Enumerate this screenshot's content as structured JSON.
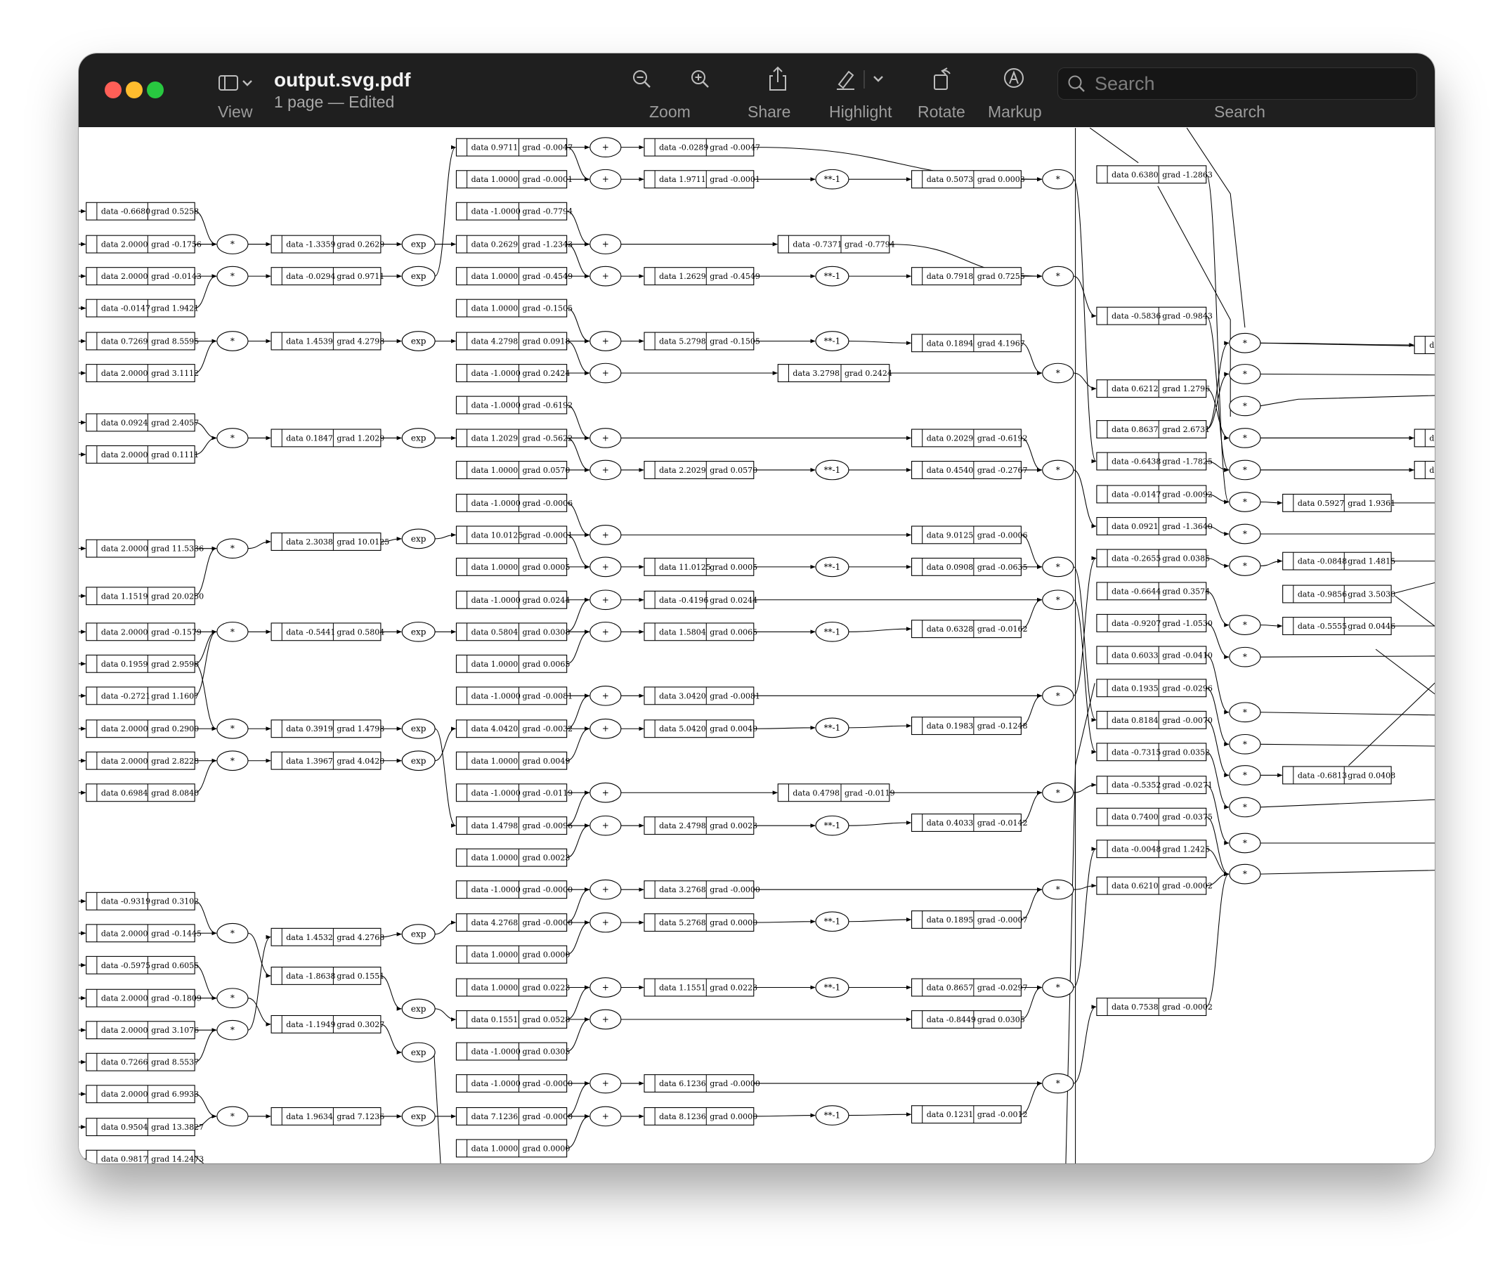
{
  "window": {
    "title": "output.svg.pdf",
    "subtitle": "1 page — Edited",
    "controls": {
      "close_color": "#ff5f57",
      "minimize_color": "#febc2e",
      "zoom_color": "#28c840"
    }
  },
  "toolbar": {
    "view_label": "View",
    "zoom_label": "Zoom",
    "share_label": "Share",
    "highlight_label": "Highlight",
    "rotate_label": "Rotate",
    "markup_label": "Markup",
    "search_label": "Search",
    "search_placeholder": "Search",
    "icons": [
      "sidebar-icon",
      "chevron-down-icon",
      "zoom-out-icon",
      "zoom-in-icon",
      "share-icon",
      "highlighter-icon",
      "chevron-down-icon",
      "rotate-icon",
      "markup-icon",
      "search-icon"
    ]
  },
  "graph": {
    "nodes": [
      {
        "id": "n1",
        "data": "data -0.6680",
        "grad": "grad 0.5258"
      },
      {
        "id": "n2",
        "data": "data 2.0000",
        "grad": "grad -0.1756"
      },
      {
        "id": "n3",
        "data": "data 2.0000",
        "grad": "grad -0.0143"
      },
      {
        "id": "n4",
        "data": "data -0.0147",
        "grad": "grad 1.9421"
      },
      {
        "id": "n5",
        "data": "data 0.7269",
        "grad": "grad 8.5595"
      },
      {
        "id": "n6",
        "data": "data 2.0000",
        "grad": "grad 3.1112"
      },
      {
        "id": "n7",
        "data": "data 0.0924",
        "grad": "grad 2.4057"
      },
      {
        "id": "n8",
        "data": "data 2.0000",
        "grad": "grad 0.1111"
      },
      {
        "id": "n9",
        "data": "data 2.0000",
        "grad": "grad 11.5336"
      },
      {
        "id": "n10",
        "data": "data 1.1519",
        "grad": "grad 20.0250"
      },
      {
        "id": "n11",
        "data": "data 2.0000",
        "grad": "grad -0.1579"
      },
      {
        "id": "n12",
        "data": "data 0.1959",
        "grad": "grad 2.9596"
      },
      {
        "id": "n13",
        "data": "data -0.2721",
        "grad": "grad 1.1607"
      },
      {
        "id": "n14",
        "data": "data 2.0000",
        "grad": "grad 0.2900"
      },
      {
        "id": "n15",
        "data": "data 2.0000",
        "grad": "grad 2.8228"
      },
      {
        "id": "n16",
        "data": "data 0.6984",
        "grad": "grad 8.0840"
      },
      {
        "id": "n17",
        "data": "data -0.9319",
        "grad": "grad 0.3102"
      },
      {
        "id": "n18",
        "data": "data 2.0000",
        "grad": "grad -0.1445"
      },
      {
        "id": "n19",
        "data": "data -0.5975",
        "grad": "grad 0.6055"
      },
      {
        "id": "n20",
        "data": "data 2.0000",
        "grad": "grad -0.1809"
      },
      {
        "id": "n21",
        "data": "data 2.0000",
        "grad": "grad 3.1076"
      },
      {
        "id": "n22",
        "data": "data 0.7266",
        "grad": "grad 8.5537"
      },
      {
        "id": "n23",
        "data": "data 2.0000",
        "grad": "grad 6.9933"
      },
      {
        "id": "n24",
        "data": "data 0.9504",
        "grad": "grad 13.3827"
      },
      {
        "id": "n25",
        "data": "data 0.9817",
        "grad": "grad 14.2473"
      },
      {
        "id": "m1",
        "data": "data -1.3359",
        "grad": "grad 0.2629"
      },
      {
        "id": "m2",
        "data": "data -0.0294",
        "grad": "grad 0.9711"
      },
      {
        "id": "m3",
        "data": "data 1.4539",
        "grad": "grad 4.2798"
      },
      {
        "id": "m4",
        "data": "data 0.1847",
        "grad": "grad 1.2029"
      },
      {
        "id": "m5",
        "data": "data 2.3038",
        "grad": "grad 10.0125"
      },
      {
        "id": "m6",
        "data": "data -0.5441",
        "grad": "grad 0.5804"
      },
      {
        "id": "m7",
        "data": "data 0.3919",
        "grad": "grad 1.4798"
      },
      {
        "id": "m8",
        "data": "data 1.3967",
        "grad": "grad 4.0420"
      },
      {
        "id": "m9",
        "data": "data 1.4532",
        "grad": "grad 4.2768"
      },
      {
        "id": "m10",
        "data": "data -1.8638",
        "grad": "grad 0.1551"
      },
      {
        "id": "m11",
        "data": "data -1.1949",
        "grad": "grad 0.3027"
      },
      {
        "id": "m12",
        "data": "data 1.9634",
        "grad": "grad 7.1236"
      },
      {
        "id": "e1",
        "data": "data 0.9711",
        "grad": "grad -0.0047"
      },
      {
        "id": "e2",
        "data": "data 1.0000",
        "grad": "grad -0.0001"
      },
      {
        "id": "e3",
        "data": "data -1.0000",
        "grad": "grad -0.7794"
      },
      {
        "id": "e4",
        "data": "data 0.2629",
        "grad": "grad -1.2343"
      },
      {
        "id": "e5",
        "data": "data 1.0000",
        "grad": "grad -0.4549"
      },
      {
        "id": "e6",
        "data": "data 1.0000",
        "grad": "grad -0.1505"
      },
      {
        "id": "e7",
        "data": "data 4.2798",
        "grad": "grad 0.0918"
      },
      {
        "id": "e8",
        "data": "data -1.0000",
        "grad": "grad 0.2424"
      },
      {
        "id": "e9",
        "data": "data -1.0000",
        "grad": "grad -0.6192"
      },
      {
        "id": "e10",
        "data": "data 1.2029",
        "grad": "grad -0.5622"
      },
      {
        "id": "e11",
        "data": "data 1.0000",
        "grad": "grad 0.0570"
      },
      {
        "id": "e12",
        "data": "data -1.0000",
        "grad": "grad -0.0006"
      },
      {
        "id": "e13",
        "data": "data 10.0125",
        "grad": "grad -0.0001"
      },
      {
        "id": "e14",
        "data": "data 1.0000",
        "grad": "grad 0.0005"
      },
      {
        "id": "e15",
        "data": "data -1.0000",
        "grad": "grad 0.0244"
      },
      {
        "id": "e16",
        "data": "data 0.5804",
        "grad": "grad 0.0308"
      },
      {
        "id": "e17",
        "data": "data 1.0000",
        "grad": "grad 0.0065"
      },
      {
        "id": "e18",
        "data": "data -1.0000",
        "grad": "grad -0.0081"
      },
      {
        "id": "e19",
        "data": "data 4.0420",
        "grad": "grad -0.0032"
      },
      {
        "id": "e20",
        "data": "data 1.0000",
        "grad": "grad 0.0049"
      },
      {
        "id": "e21",
        "data": "data -1.0000",
        "grad": "grad -0.0119"
      },
      {
        "id": "e22",
        "data": "data 1.4798",
        "grad": "grad -0.0096"
      },
      {
        "id": "e23",
        "data": "data 1.0000",
        "grad": "grad 0.0023"
      },
      {
        "id": "e24",
        "data": "data -1.0000",
        "grad": "grad -0.0000"
      },
      {
        "id": "e25",
        "data": "data 4.2768",
        "grad": "grad -0.0000"
      },
      {
        "id": "e26",
        "data": "data 1.0000",
        "grad": "grad 0.0000"
      },
      {
        "id": "e27",
        "data": "data 1.0000",
        "grad": "grad 0.0223"
      },
      {
        "id": "e28",
        "data": "data 0.1551",
        "grad": "grad 0.0528"
      },
      {
        "id": "e29",
        "data": "data -1.0000",
        "grad": "grad 0.0305"
      },
      {
        "id": "e30",
        "data": "data -1.0000",
        "grad": "grad -0.0000"
      },
      {
        "id": "e31",
        "data": "data 7.1236",
        "grad": "grad -0.0000"
      },
      {
        "id": "e32",
        "data": "data 1.0000",
        "grad": "grad 0.0000"
      },
      {
        "id": "s1",
        "data": "data -0.0289",
        "grad": "grad -0.0047"
      },
      {
        "id": "s2",
        "data": "data 1.9711",
        "grad": "grad -0.0001"
      },
      {
        "id": "s3",
        "data": "data 1.2629",
        "grad": "grad -0.4549"
      },
      {
        "id": "s4",
        "data": "data 5.2798",
        "grad": "grad -0.1505"
      },
      {
        "id": "s5",
        "data": "data 2.2029",
        "grad": "grad 0.0570"
      },
      {
        "id": "s6",
        "data": "data 11.0125",
        "grad": "grad 0.0005"
      },
      {
        "id": "s7",
        "data": "data -0.4196",
        "grad": "grad 0.0244"
      },
      {
        "id": "s8",
        "data": "data 1.5804",
        "grad": "grad 0.0065"
      },
      {
        "id": "s9",
        "data": "data 3.0420",
        "grad": "grad -0.0081"
      },
      {
        "id": "s10",
        "data": "data 5.0420",
        "grad": "grad 0.0049"
      },
      {
        "id": "s11",
        "data": "data 2.4798",
        "grad": "grad 0.0023"
      },
      {
        "id": "s12",
        "data": "data 3.2768",
        "grad": "grad -0.0000"
      },
      {
        "id": "s13",
        "data": "data 5.2768",
        "grad": "grad 0.0000"
      },
      {
        "id": "s14",
        "data": "data 1.1551",
        "grad": "grad 0.0223"
      },
      {
        "id": "s15",
        "data": "data 6.1236",
        "grad": "grad -0.0000"
      },
      {
        "id": "s16",
        "data": "data 8.1236",
        "grad": "grad 0.0000"
      },
      {
        "id": "w1",
        "data": "data -0.7371",
        "grad": "grad -0.7794"
      },
      {
        "id": "w2",
        "data": "data 3.2798",
        "grad": "grad 0.2424"
      },
      {
        "id": "w3",
        "data": "data 0.4798",
        "grad": "grad -0.0119"
      },
      {
        "id": "r1",
        "data": "data 0.5073",
        "grad": "grad 0.0003"
      },
      {
        "id": "r2",
        "data": "data 0.7918",
        "grad": "grad 0.7255"
      },
      {
        "id": "r3",
        "data": "data 0.1894",
        "grad": "grad 4.1967"
      },
      {
        "id": "r4",
        "data": "data 0.2029",
        "grad": "grad -0.6192"
      },
      {
        "id": "r5",
        "data": "data 0.4540",
        "grad": "grad -0.2767"
      },
      {
        "id": "r6",
        "data": "data 9.0125",
        "grad": "grad -0.0006"
      },
      {
        "id": "r7",
        "data": "data 0.0908",
        "grad": "grad -0.0635"
      },
      {
        "id": "r8",
        "data": "data 0.6328",
        "grad": "grad -0.0162"
      },
      {
        "id": "r9",
        "data": "data 0.1983",
        "grad": "grad -0.1248"
      },
      {
        "id": "r10",
        "data": "data 0.4033",
        "grad": "grad -0.0142"
      },
      {
        "id": "r11",
        "data": "data 0.1895",
        "grad": "grad -0.0007"
      },
      {
        "id": "r12",
        "data": "data 0.8657",
        "grad": "grad -0.0297"
      },
      {
        "id": "r13",
        "data": "data -0.8449",
        "grad": "grad 0.0305"
      },
      {
        "id": "r14",
        "data": "data 0.1231",
        "grad": "grad -0.0012"
      },
      {
        "id": "c1",
        "data": "data 0.6380",
        "grad": "grad -1.2863"
      },
      {
        "id": "c2",
        "data": "data -0.5836",
        "grad": "grad -0.9843"
      },
      {
        "id": "c3",
        "data": "data 0.6212",
        "grad": "grad 1.2796"
      },
      {
        "id": "c4",
        "data": "data 0.8637",
        "grad": "grad 2.6731"
      },
      {
        "id": "c5",
        "data": "data -0.6438",
        "grad": "grad -1.7825"
      },
      {
        "id": "c6",
        "data": "data -0.0147",
        "grad": "grad -0.0092"
      },
      {
        "id": "c7",
        "data": "data 0.0921",
        "grad": "grad -1.3640"
      },
      {
        "id": "c8",
        "data": "data -0.2655",
        "grad": "grad 0.0385"
      },
      {
        "id": "c9",
        "data": "data -0.6644",
        "grad": "grad 0.3574"
      },
      {
        "id": "c10",
        "data": "data -0.9207",
        "grad": "grad -1.0530"
      },
      {
        "id": "c11",
        "data": "data 0.6033",
        "grad": "grad -0.0410"
      },
      {
        "id": "c12",
        "data": "data 0.1935",
        "grad": "grad -0.0296"
      },
      {
        "id": "c13",
        "data": "data 0.8184",
        "grad": "grad -0.0070"
      },
      {
        "id": "c14",
        "data": "data -0.7315",
        "grad": "grad 0.0352"
      },
      {
        "id": "c15",
        "data": "data -0.5352",
        "grad": "grad -0.0271"
      },
      {
        "id": "c16",
        "data": "data 0.7400",
        "grad": "grad -0.0375"
      },
      {
        "id": "c17",
        "data": "data -0.0048",
        "grad": "grad 1.2425"
      },
      {
        "id": "c18",
        "data": "data 0.6210",
        "grad": "grad -0.0002"
      },
      {
        "id": "c19",
        "data": "data 0.7538",
        "grad": "grad -0.0002"
      },
      {
        "id": "d1",
        "data": "data 0.5927",
        "grad": "grad 1.9361"
      },
      {
        "id": "d2",
        "data": "data -0.0848",
        "grad": "grad 1.4815"
      },
      {
        "id": "d3",
        "data": "data -0.9856",
        "grad": "grad 3.5030"
      },
      {
        "id": "d4",
        "data": "data -0.5555",
        "grad": "grad 0.0446"
      },
      {
        "id": "d5",
        "data": "data -0.6813",
        "grad": "grad 0.0408"
      },
      {
        "id": "t1",
        "data": "dat",
        "grad": ""
      },
      {
        "id": "t2",
        "data": "dat",
        "grad": ""
      },
      {
        "id": "t3",
        "data": "dat",
        "grad": ""
      }
    ],
    "operators": [
      {
        "id": "o1",
        "label": "*"
      },
      {
        "id": "o2",
        "label": "*"
      },
      {
        "id": "o3",
        "label": "*"
      },
      {
        "id": "o4",
        "label": "*"
      },
      {
        "id": "o5",
        "label": "*"
      },
      {
        "id": "o6",
        "label": "*"
      },
      {
        "id": "o7",
        "label": "*"
      },
      {
        "id": "o8",
        "label": "*"
      },
      {
        "id": "o9",
        "label": "*"
      },
      {
        "id": "o10",
        "label": "*"
      },
      {
        "id": "o11",
        "label": "*"
      },
      {
        "id": "o12",
        "label": "*"
      },
      {
        "id": "x1",
        "label": "exp"
      },
      {
        "id": "x2",
        "label": "exp"
      },
      {
        "id": "x3",
        "label": "exp"
      },
      {
        "id": "x4",
        "label": "exp"
      },
      {
        "id": "x5",
        "label": "exp"
      },
      {
        "id": "x6",
        "label": "exp"
      },
      {
        "id": "x7",
        "label": "exp"
      },
      {
        "id": "x8",
        "label": "exp"
      },
      {
        "id": "x9",
        "label": "exp"
      },
      {
        "id": "x10",
        "label": "exp"
      },
      {
        "id": "x11",
        "label": "exp"
      },
      {
        "id": "x12",
        "label": "exp"
      },
      {
        "id": "p1",
        "label": "+"
      },
      {
        "id": "p2",
        "label": "+"
      },
      {
        "id": "p3",
        "label": "+"
      },
      {
        "id": "p4",
        "label": "+"
      },
      {
        "id": "p5",
        "label": "+"
      },
      {
        "id": "p6",
        "label": "+"
      },
      {
        "id": "p7",
        "label": "+"
      },
      {
        "id": "p8",
        "label": "+"
      },
      {
        "id": "p9",
        "label": "+"
      },
      {
        "id": "p10",
        "label": "+"
      },
      {
        "id": "p11",
        "label": "+"
      },
      {
        "id": "p12",
        "label": "+"
      },
      {
        "id": "p13",
        "label": "+"
      },
      {
        "id": "p14",
        "label": "+"
      },
      {
        "id": "p15",
        "label": "+"
      },
      {
        "id": "p16",
        "label": "+"
      },
      {
        "id": "p17",
        "label": "+"
      },
      {
        "id": "p18",
        "label": "+"
      },
      {
        "id": "p19",
        "label": "+"
      },
      {
        "id": "p20",
        "label": "+"
      },
      {
        "id": "p21",
        "label": "+"
      },
      {
        "id": "p22",
        "label": "+"
      },
      {
        "id": "q1",
        "label": "**-1"
      },
      {
        "id": "q2",
        "label": "**-1"
      },
      {
        "id": "q3",
        "label": "**-1"
      },
      {
        "id": "q4",
        "label": "**-1"
      },
      {
        "id": "q5",
        "label": "**-1"
      },
      {
        "id": "q6",
        "label": "**-1"
      },
      {
        "id": "q7",
        "label": "**-1"
      },
      {
        "id": "q8",
        "label": "**-1"
      },
      {
        "id": "q9",
        "label": "**-1"
      },
      {
        "id": "q10",
        "label": "**-1"
      },
      {
        "id": "q11",
        "label": "**-1"
      },
      {
        "id": "q12",
        "label": "**-1"
      },
      {
        "id": "v1",
        "label": "*"
      },
      {
        "id": "v2",
        "label": "*"
      },
      {
        "id": "v3",
        "label": "*"
      },
      {
        "id": "v4",
        "label": "*"
      },
      {
        "id": "v5",
        "label": "*"
      },
      {
        "id": "v6",
        "label": "*"
      },
      {
        "id": "v7",
        "label": "*"
      },
      {
        "id": "v8",
        "label": "*"
      },
      {
        "id": "v9",
        "label": "*"
      },
      {
        "id": "v10",
        "label": "*"
      },
      {
        "id": "v11",
        "label": "*"
      },
      {
        "id": "v12",
        "label": "*"
      },
      {
        "id": "v13",
        "label": "*"
      },
      {
        "id": "u1",
        "label": "*"
      },
      {
        "id": "u2",
        "label": "*"
      },
      {
        "id": "u3",
        "label": "*"
      },
      {
        "id": "u4",
        "label": "*"
      },
      {
        "id": "u5",
        "label": "*"
      },
      {
        "id": "u6",
        "label": "*"
      },
      {
        "id": "u7",
        "label": "*"
      },
      {
        "id": "u8",
        "label": "*"
      },
      {
        "id": "u9",
        "label": "*"
      },
      {
        "id": "u10",
        "label": "*"
      },
      {
        "id": "u11",
        "label": "*"
      },
      {
        "id": "u12",
        "label": "*"
      },
      {
        "id": "u13",
        "label": "*"
      },
      {
        "id": "u14",
        "label": "*"
      },
      {
        "id": "u15",
        "label": "*"
      },
      {
        "id": "u16",
        "label": "*"
      },
      {
        "id": "u17",
        "label": "*"
      }
    ]
  }
}
